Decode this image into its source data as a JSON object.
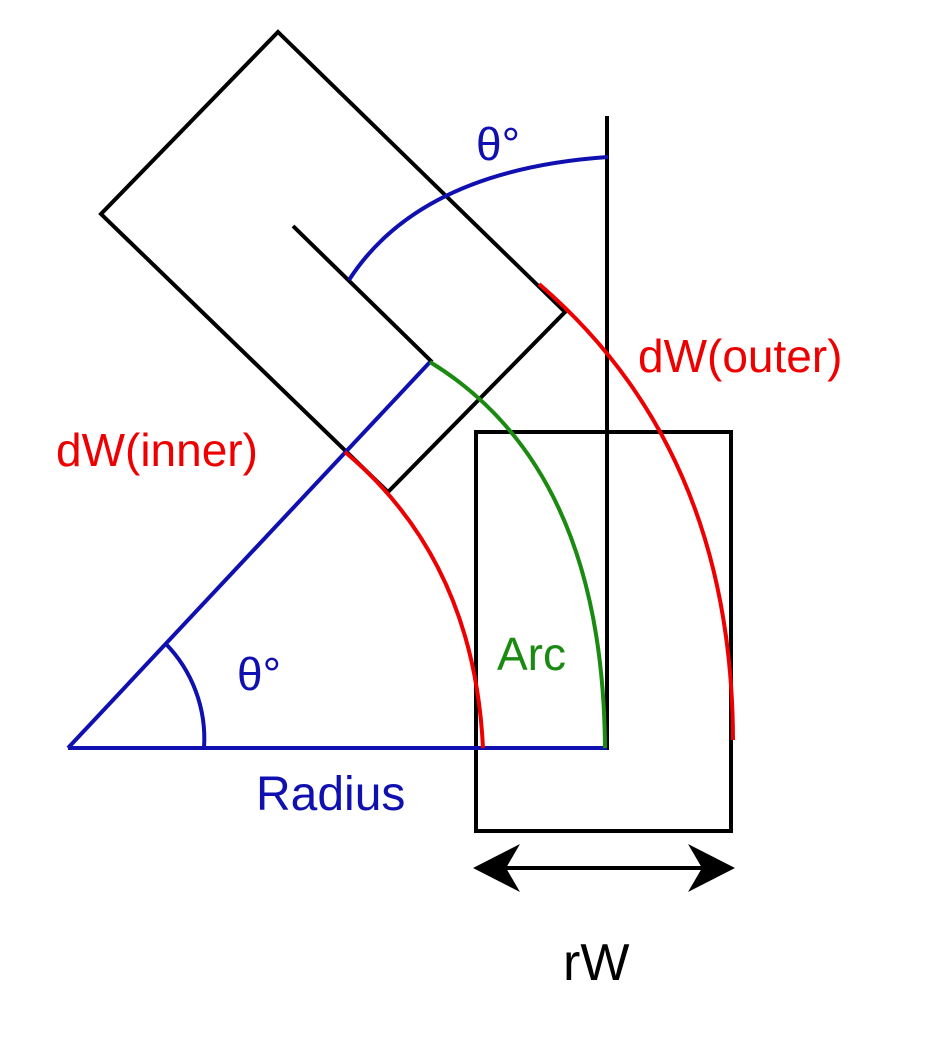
{
  "labels": {
    "theta_top": "θ°",
    "theta_bottom": "θ°",
    "dw_outer": "dW(outer)",
    "dw_inner": "dW(inner)",
    "arc": "Arc",
    "radius": "Radius",
    "rw": "rW"
  },
  "colors": {
    "geometry": "#000000",
    "blue": "#1010b0",
    "red": "#ee0000",
    "green": "#1a8a10"
  }
}
